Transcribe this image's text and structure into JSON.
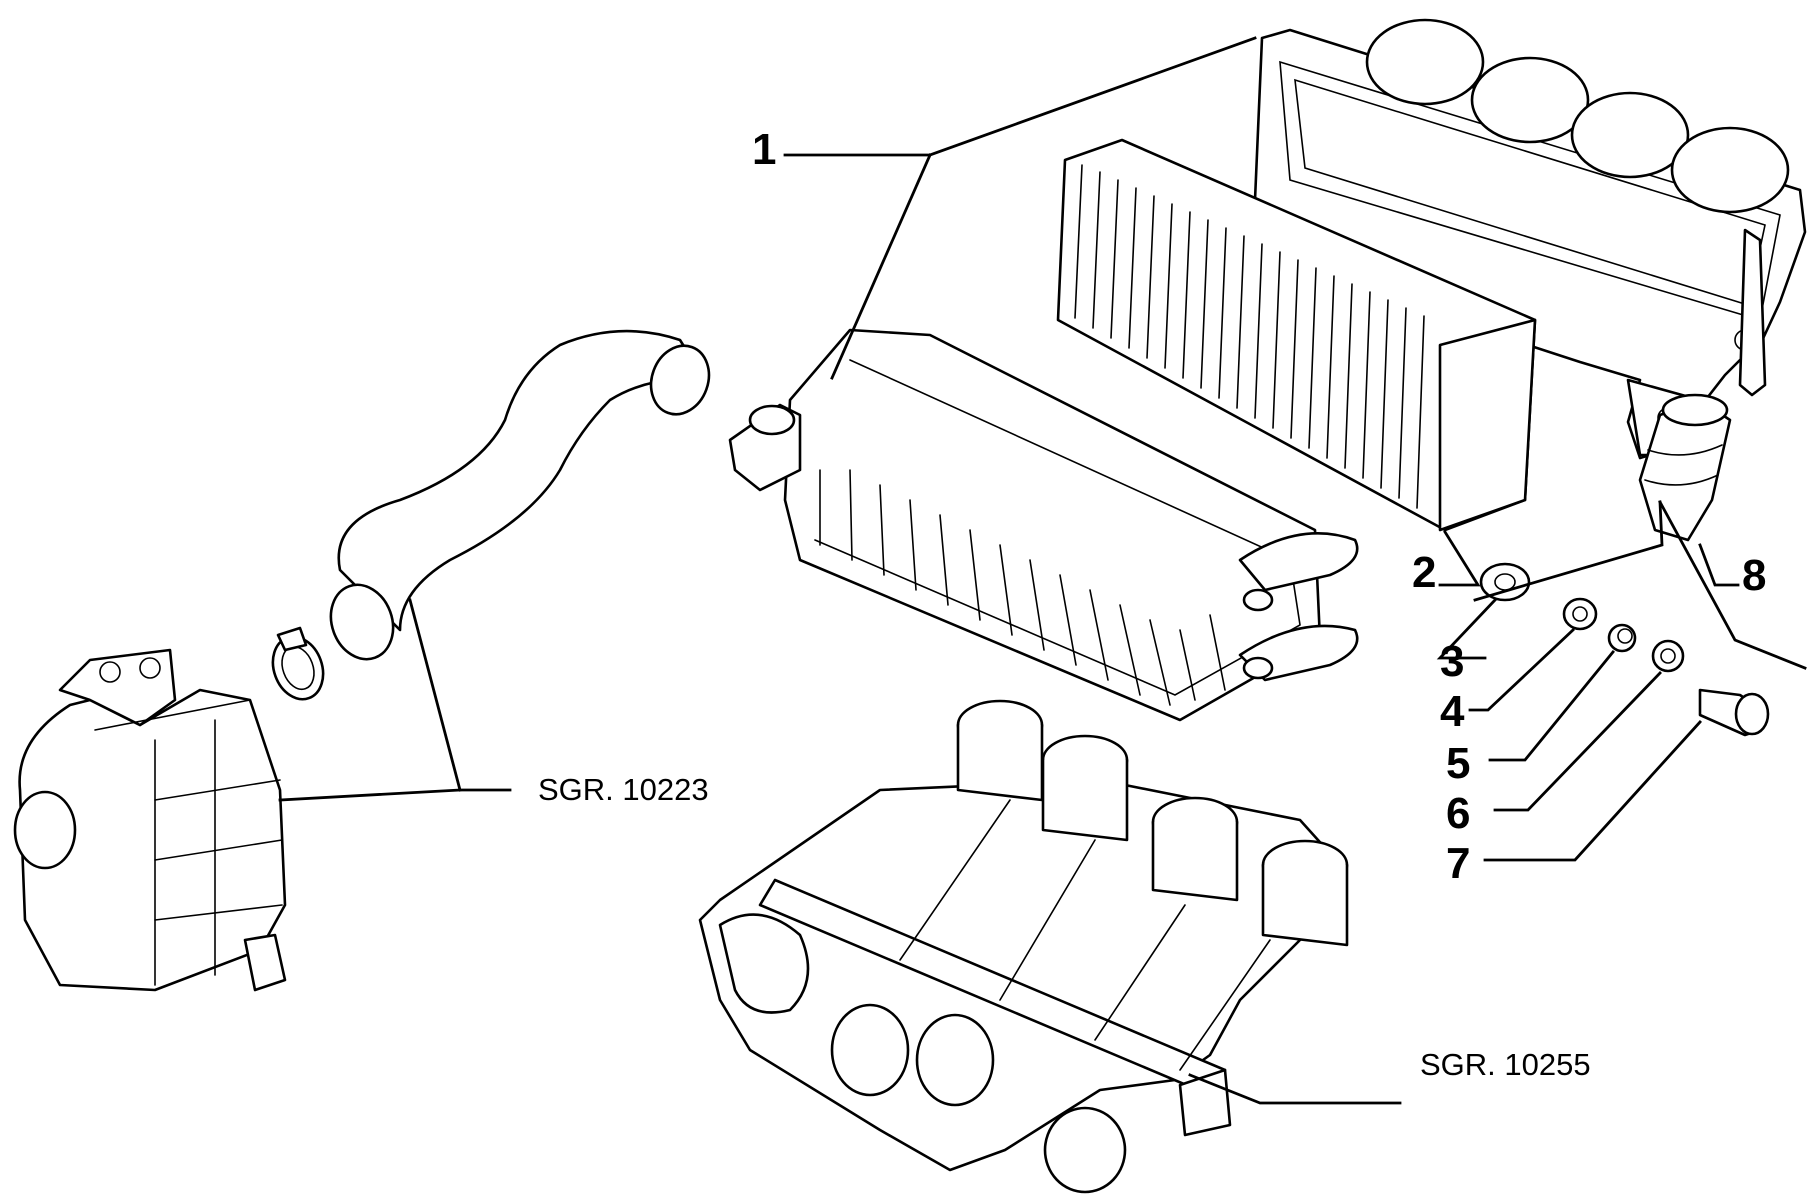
{
  "callouts": {
    "c1": "1",
    "c2": "2",
    "c3": "3",
    "c4": "4",
    "c5": "5",
    "c6": "6",
    "c7": "7",
    "c8": "8"
  },
  "references": {
    "hose_group": "SGR. 10223",
    "manifold_group": "SGR. 10255"
  }
}
